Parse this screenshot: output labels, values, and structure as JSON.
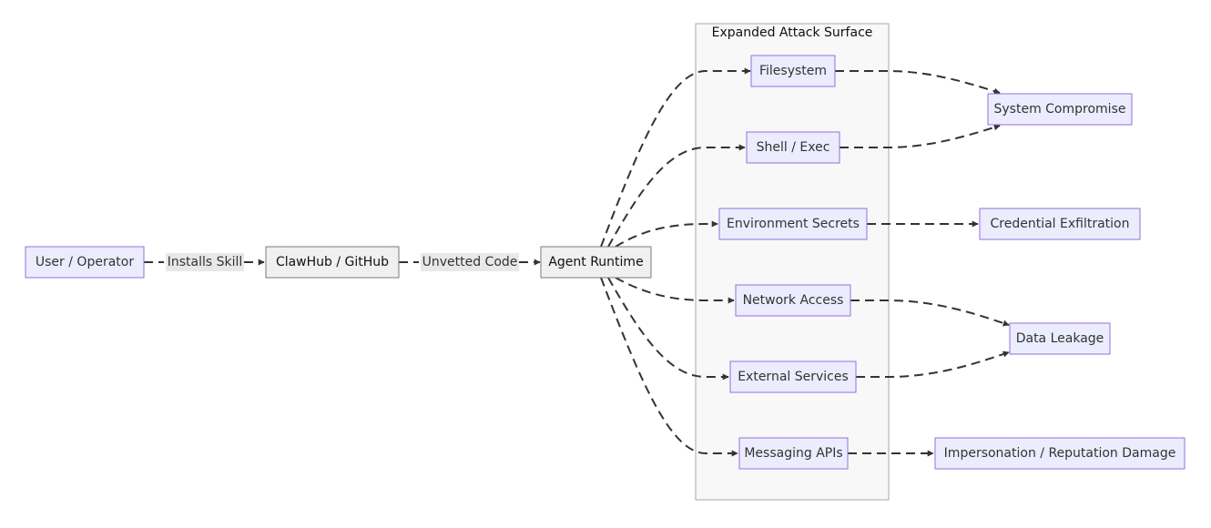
{
  "cluster": {
    "title": "Expanded Attack Surface"
  },
  "nodes": {
    "user": "User / Operator",
    "clawhub": "ClawHub / GitHub",
    "runtime": "Agent Runtime",
    "filesystem": "Filesystem",
    "shell": "Shell / Exec",
    "env": "Environment Secrets",
    "network": "Network Access",
    "external": "External Services",
    "messaging": "Messaging APIs",
    "compromise": "System Compromise",
    "credential": "Credential Exfiltration",
    "leakage": "Data Leakage",
    "impersonation": "Impersonation / Reputation Damage"
  },
  "edge_labels": {
    "installs": "Installs Skill",
    "unvetted": "Unvetted Code"
  },
  "colors": {
    "node_fill": "#ECECFF",
    "node_stroke": "#9370DB",
    "runtime_fill": "#f0f0f0",
    "cluster_fill": "#f8f8f8",
    "edge": "#333333"
  }
}
